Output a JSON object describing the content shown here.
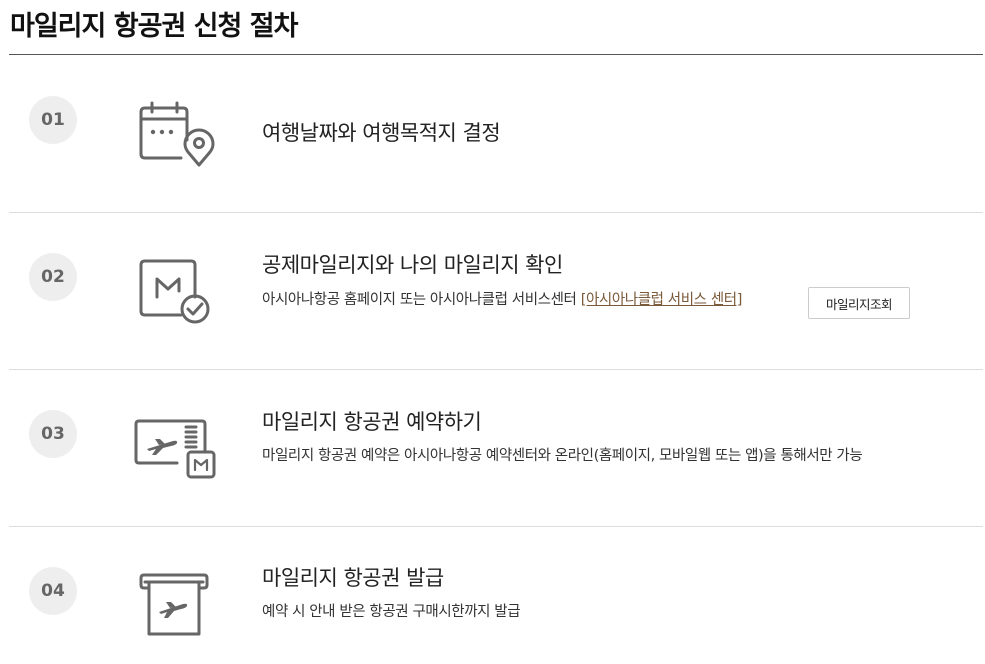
{
  "page": {
    "title": "마일리지 항공권 신청 절차"
  },
  "steps": [
    {
      "number": "01",
      "icon": "calendar-location-icon",
      "title": "여행날짜와 여행목적지 결정"
    },
    {
      "number": "02",
      "icon": "mileage-check-icon",
      "title": "공제마일리지와 나의 마일리지 확인",
      "description": "아시아나항공 홈페이지 또는 아시아나클럽 서비스센터",
      "link_label": "[아시아나클럽 서비스 센터]",
      "button_label": "마일리지조회"
    },
    {
      "number": "03",
      "icon": "ticket-reservation-icon",
      "title": "마일리지 항공권 예약하기",
      "description": "마일리지 항공권 예약은 아시아나항공 예약센터와 온라인(홈페이지, 모바일웹 또는 앱)을 통해서만 가능"
    },
    {
      "number": "04",
      "icon": "ticket-issue-icon",
      "title": "마일리지 항공권 발급",
      "description": "예약 시 안내 받은 항공권 구매시한까지 발급"
    }
  ],
  "colors": {
    "icon_stroke": "#666666",
    "number_badge_bg": "#eeeeee",
    "link": "#7a5a3a",
    "divider": "#dddddd"
  }
}
